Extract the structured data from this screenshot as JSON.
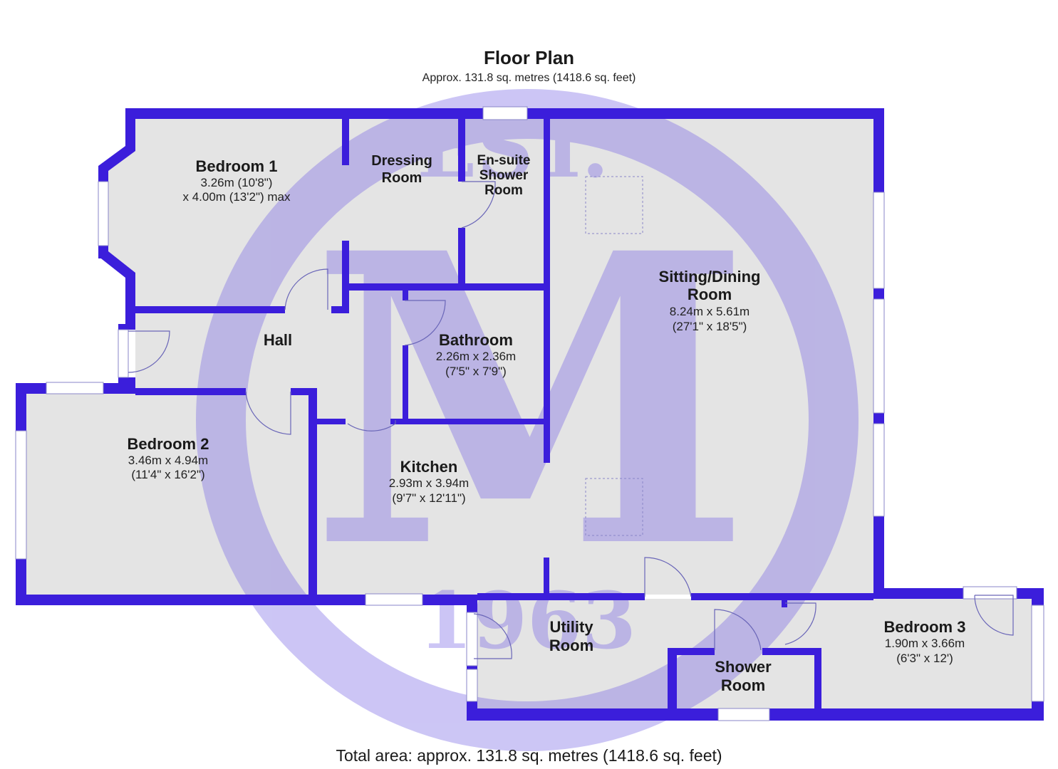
{
  "header": {
    "title": "Floor Plan",
    "subtitle": "Approx. 131.8 sq. metres (1418.6 sq. feet)"
  },
  "footer": {
    "total": "Total area: approx. 131.8 sq. metres (1418.6 sq. feet)"
  },
  "watermark": {
    "top": "EST.",
    "letter": "M",
    "year": "1963"
  },
  "colors": {
    "wall": "#3b1edb",
    "floor": "#e4e4e4",
    "watermark": "#7a68e6"
  },
  "rooms": {
    "bedroom1": {
      "name": "Bedroom 1",
      "dim1": "3.26m (10'8\")",
      "dim2": "x 4.00m (13'2\") max"
    },
    "dressing": {
      "name1": "Dressing",
      "name2": "Room"
    },
    "ensuite": {
      "name1": "En-suite",
      "name2": "Shower",
      "name3": "Room"
    },
    "sitting": {
      "name1": "Sitting/Dining",
      "name2": "Room",
      "dim1": "8.24m x 5.61m",
      "dim2": "(27'1\" x 18'5\")"
    },
    "hall": {
      "name": "Hall"
    },
    "bathroom": {
      "name": "Bathroom",
      "dim1": "2.26m x 2.36m",
      "dim2": "(7'5\" x 7'9\")"
    },
    "bedroom2": {
      "name": "Bedroom 2",
      "dim1": "3.46m x 4.94m",
      "dim2": "(11'4\" x 16'2\")"
    },
    "kitchen": {
      "name": "Kitchen",
      "dim1": "2.93m x 3.94m",
      "dim2": "(9'7\" x 12'11\")"
    },
    "utility": {
      "name1": "Utility",
      "name2": "Room"
    },
    "shower": {
      "name1": "Shower",
      "name2": "Room"
    },
    "bedroom3": {
      "name": "Bedroom 3",
      "dim1": "1.90m x 3.66m",
      "dim2": "(6'3\" x 12')"
    }
  }
}
